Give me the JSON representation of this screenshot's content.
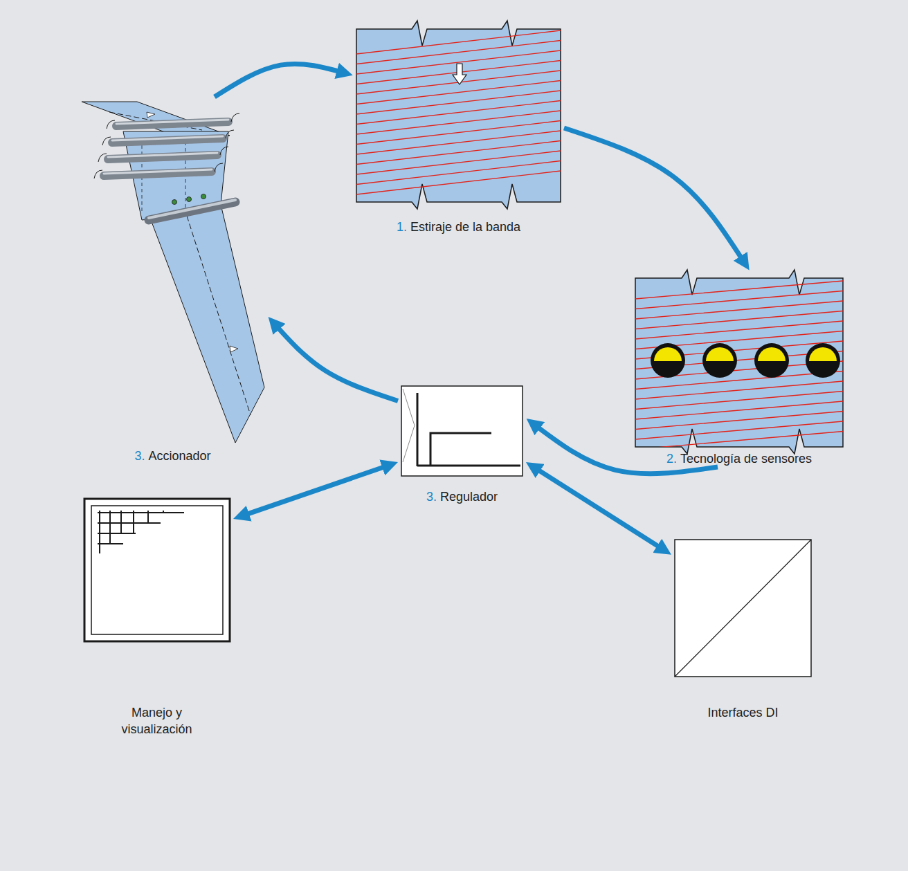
{
  "diagram": {
    "nodes": [
      {
        "text": [
          "1.",
          "Estiraje de la banda"
        ]
      },
      {
        "text": [
          "2.",
          "Tecnología de sensores"
        ]
      },
      {
        "text": [
          "3.",
          "Regulador"
        ]
      },
      {
        "text": [
          "3.",
          "Accionador"
        ]
      },
      {
        "text": [
          "Manejo y visualización"
        ]
      },
      {
        "text": [
          "Interfaces DI"
        ]
      }
    ],
    "edges": [
      {
        "from": 0,
        "to": 1,
        "arrow": "to"
      },
      {
        "from": 1,
        "to": 2,
        "arrow": "to"
      },
      {
        "from": 2,
        "to": 3,
        "arrow": "to"
      },
      {
        "from": 3,
        "to": 0,
        "arrow": "to"
      },
      {
        "from": 2,
        "to": 4,
        "arrow": "both"
      },
      {
        "from": 2,
        "to": 5,
        "arrow": "both"
      }
    ]
  }
}
